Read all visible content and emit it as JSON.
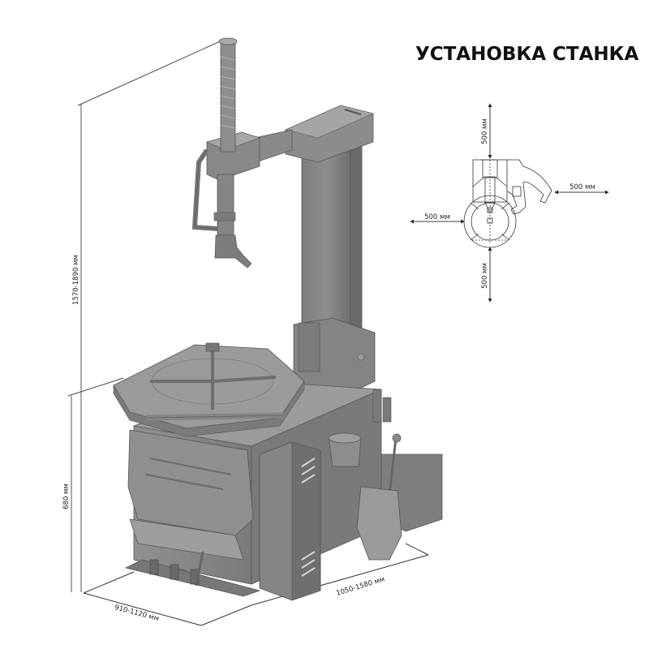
{
  "title": "УСТАНОВКА СТАНКА",
  "dimensions": {
    "total_height": "1570-1890 мм",
    "table_height": "680 мм",
    "width": "910-1120 мм",
    "depth": "1050-1580 мм"
  },
  "clearance_plan": {
    "top": "500 мм",
    "right": "500 мм",
    "left": "500 мм",
    "bottom": "500 мм"
  },
  "colors": {
    "machine_body": "#8a8a8a",
    "machine_light": "#a9a9a9",
    "machine_dark": "#5e5e5e",
    "lines": "#333333"
  }
}
